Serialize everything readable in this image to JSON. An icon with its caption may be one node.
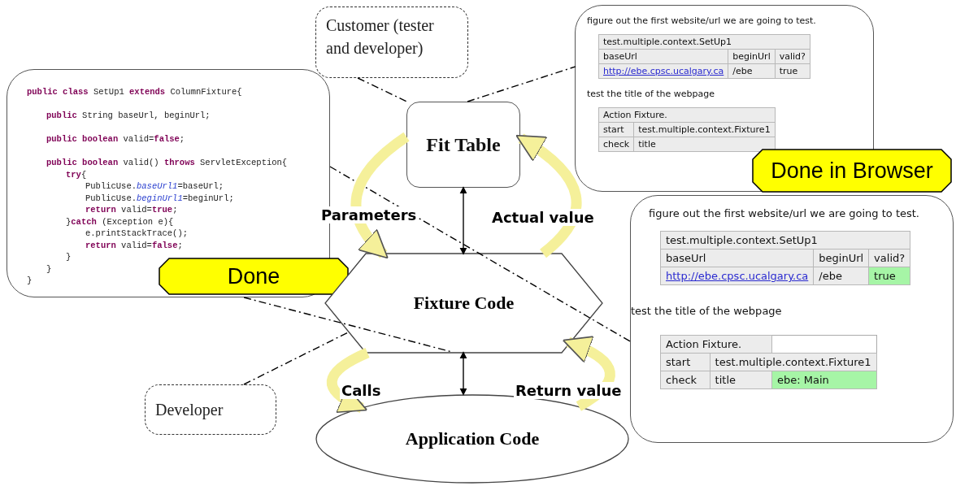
{
  "diagram": {
    "nodes": [
      {
        "text": [
          "Customer (tester and developer)"
        ]
      },
      {
        "text": [
          "Fit Table"
        ]
      },
      {
        "text": [
          "**public class** SetUp1 **extends** ColumnFixture{",
          "**public** String baseUrl, beginUrl;",
          "**public boolean** valid=**false**;",
          "**public boolean** valid() **throws** ServletException{",
          "**try**{",
          "PublicUse.*baseUrl1*=baseUrl;",
          "PublicUse.*beginUrl1*=beginUrl;",
          "**return** valid=**true**;",
          "}**catch** (Exception e){",
          "e.printStackTrace();",
          "**return** valid=**false**;",
          "}",
          "}",
          "}"
        ]
      },
      {
        "text": [
          "Done"
        ]
      },
      {
        "text": [
          "figure out the first website/url we are going to test.",
          "test.multiple.context.SetUp1",
          "baseUrl",
          "beginUrl",
          "valid?",
          "http://ebe.cpsc.ucalgary.ca",
          "/ebe",
          "true",
          "test the title of the webpage",
          "Action Fixture.",
          "start",
          "test.multiple.context.Fixture1",
          "check",
          "title"
        ]
      },
      {
        "text": [
          "Done in Browser"
        ]
      },
      {
        "text": [
          "figure out the first website/url we are going to test.",
          "test.multiple.context.SetUp1",
          "baseUrl",
          "beginUrl",
          "valid?",
          "http://ebe.cpsc.ucalgary.ca",
          "/ebe",
          "true",
          "test the title of the webpage",
          "Action Fixture.",
          "start",
          "test.multiple.context.Fixture1",
          "check",
          "title",
          "ebe: Main"
        ]
      },
      {
        "text": [
          "Fixture Code"
        ]
      },
      {
        "text": [
          "Developer"
        ]
      },
      {
        "text": [
          "Application Code"
        ]
      }
    ],
    "edges": [
      {
        "from": 0,
        "to": 1,
        "arrow": "none",
        "style": "dashed"
      },
      {
        "from": 1,
        "to": 4,
        "arrow": "none",
        "style": "dashed"
      },
      {
        "from": 2,
        "to": 6,
        "arrow": "none",
        "style": "dashed"
      },
      {
        "from": 1,
        "to": 7,
        "arrow": "to",
        "label": "Parameters",
        "style": "thick",
        "color": "#f5f09a"
      },
      {
        "from": 7,
        "to": 1,
        "arrow": "to",
        "label": "Actual value",
        "style": "thick",
        "color": "#f5f09a"
      },
      {
        "from": 1,
        "to": 7,
        "arrow": "both"
      },
      {
        "from": 2,
        "to": 7,
        "arrow": "none",
        "style": "dashed"
      },
      {
        "from": 8,
        "to": 7,
        "arrow": "none",
        "style": "dashed"
      },
      {
        "from": 7,
        "to": 9,
        "arrow": "to",
        "label": "Calls",
        "style": "thick",
        "color": "#f5f09a"
      },
      {
        "from": 9,
        "to": 7,
        "arrow": "to",
        "label": "Return value",
        "style": "thick",
        "color": "#f5f09a"
      },
      {
        "from": 7,
        "to": 9,
        "arrow": "both"
      }
    ]
  }
}
